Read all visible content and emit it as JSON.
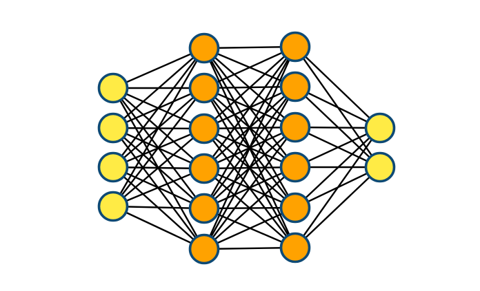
{
  "diagram": {
    "type": "fully-connected neural network",
    "layers": [
      {
        "role": "input",
        "nodes": 4,
        "fill": "#FFEB45"
      },
      {
        "role": "hidden",
        "nodes": 6,
        "fill": "#FFA200"
      },
      {
        "role": "hidden",
        "nodes": 6,
        "fill": "#FFA200"
      },
      {
        "role": "output",
        "nodes": 2,
        "fill": "#FFEB45"
      }
    ],
    "node_stroke": "#0E4A75",
    "edge_color": "#000000"
  }
}
